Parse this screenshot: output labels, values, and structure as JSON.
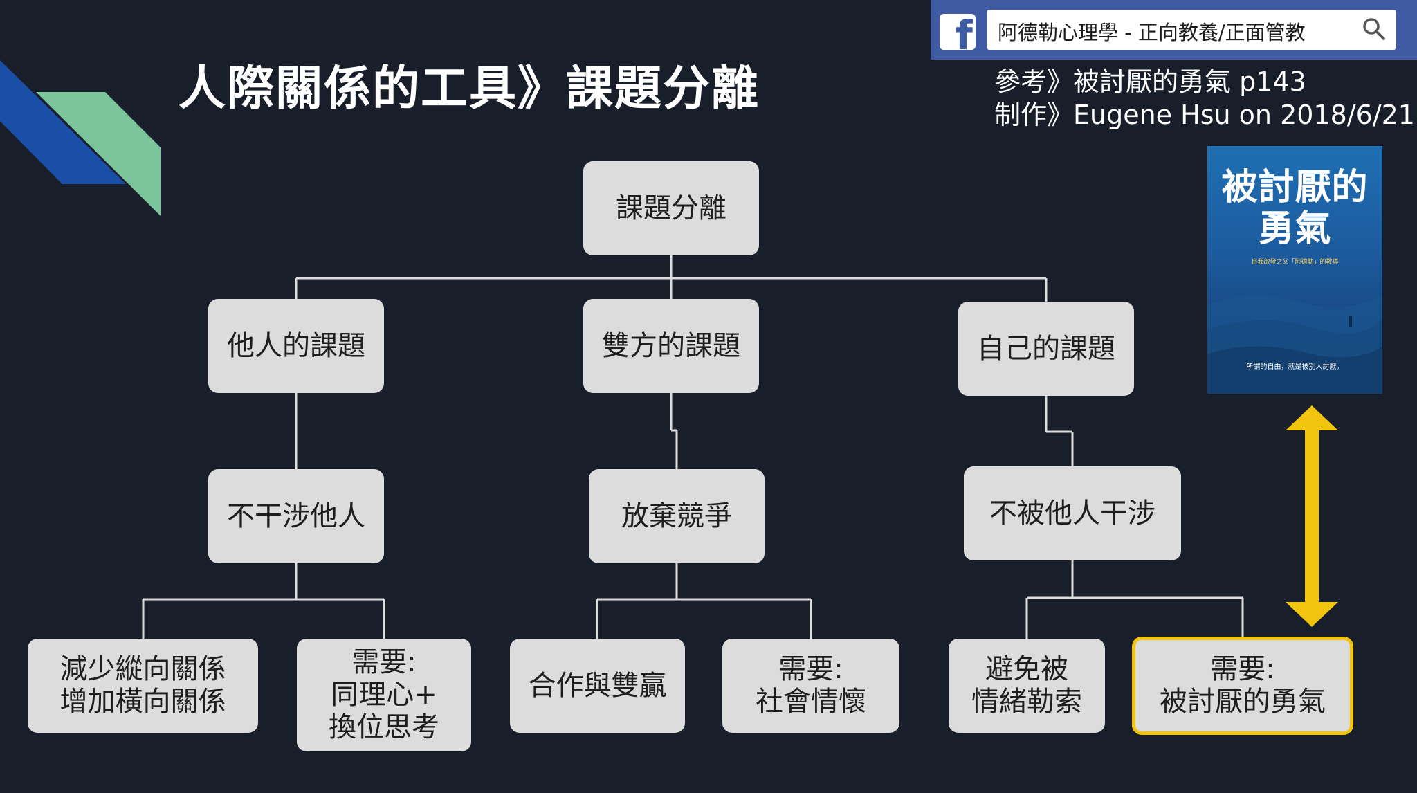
{
  "title": "人際關係的工具》課題分離",
  "facebook": {
    "search_text": "阿德勒心理學 - 正向教養/正面管教",
    "icon": "facebook-icon",
    "search_icon": "search-icon",
    "brand_color": "#3e5ba3"
  },
  "reference": {
    "line1": "參考》被討厭的勇氣 p143",
    "line2": "制作》Eugene Hsu on 2018/6/21"
  },
  "book": {
    "title": "被討厭的\n勇氣",
    "subtitle": "自我啟發之父「阿德勒」的教導",
    "footer": "所謂的自由，就是被別人討厭。"
  },
  "tree": {
    "root": "課題分離",
    "branches": [
      {
        "label": "他人的課題",
        "action": "不干涉他人",
        "leaves": [
          "減少縱向關係\n增加橫向關係",
          "需要:\n同理心+\n換位思考"
        ]
      },
      {
        "label": "雙方的課題",
        "action": "放棄競爭",
        "leaves": [
          "合作與雙贏",
          "需要:\n社會情懷"
        ]
      },
      {
        "label": "自己的課題",
        "action": "不被他人干涉",
        "leaves": [
          "避免被\n情緒勒索",
          "需要:\n被討厭的勇氣"
        ]
      }
    ]
  },
  "colors": {
    "background": "#191e2b",
    "node_fill": "#dcdcdc",
    "highlight": "#f1c40f",
    "connector": "#dcdcdc",
    "deco_blue": "#1a4fa8",
    "deco_green": "#7cc49b"
  }
}
